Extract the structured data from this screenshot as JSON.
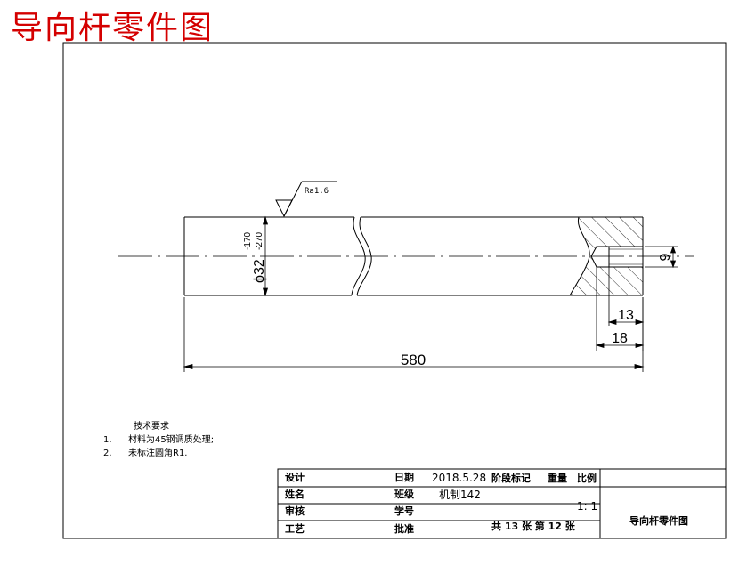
{
  "title": "导向杆零件图",
  "drawing": {
    "roughness": "Ra1.6",
    "diameter": "ϕ32",
    "tolerance_upper": "-170",
    "tolerance_lower": "-270",
    "length": "580",
    "hole_diameter": "9",
    "dim_inner": "13",
    "dim_outer": "18"
  },
  "tech_requirements": {
    "heading": "技术要求",
    "items": [
      {
        "num": "1.",
        "text": "材料为45钢调质处理;"
      },
      {
        "num": "2.",
        "text": "未标注圆角R1."
      }
    ]
  },
  "title_block": {
    "design": "设计",
    "name": "姓名",
    "review": "审核",
    "process": "工艺",
    "date_label": "日期",
    "date_value": "2018.5.28",
    "class_label": "班级",
    "class_value": "机制142",
    "student_id_label": "学号",
    "approve_label": "批准",
    "stage_mark": "阶段标记",
    "weight": "重量",
    "scale_label": "比例",
    "scale_value": "1: 1",
    "sheets": "共 13 张 第 12 张",
    "drawing_name": "导向杆零件图"
  }
}
